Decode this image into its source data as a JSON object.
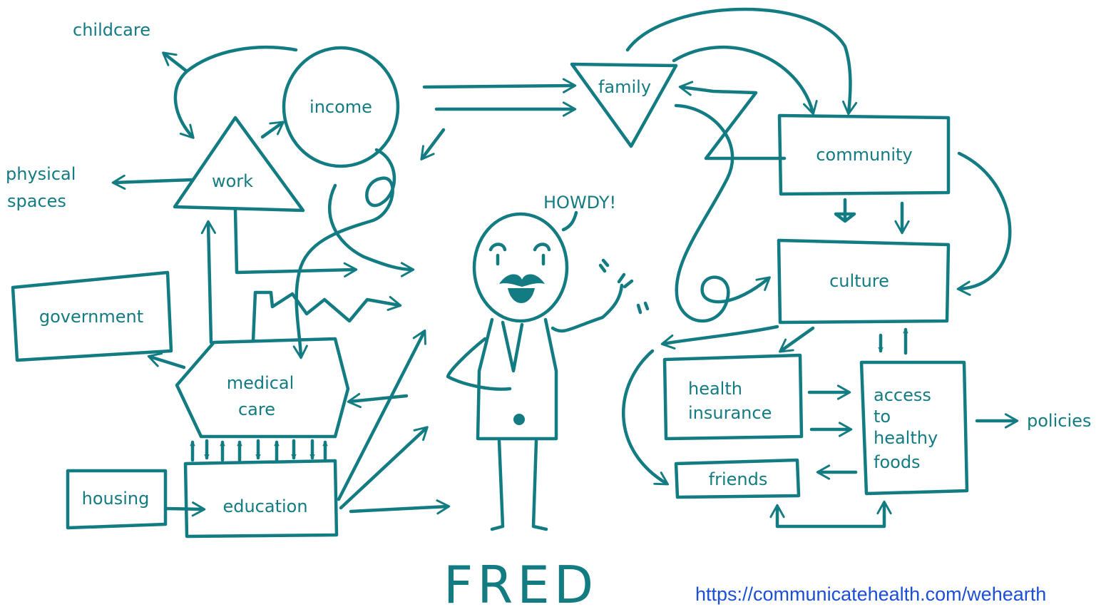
{
  "colors": {
    "ink": "#137b82",
    "link": "#1a4fd6",
    "background": "#ffffff"
  },
  "labels": {
    "childcare": "childcare",
    "income": "income",
    "physical_spaces_1": "physical",
    "physical_spaces_2": "spaces",
    "work": "work",
    "government": "government",
    "medical_care_1": "medical",
    "medical_care_2": "care",
    "housing": "housing",
    "education": "education",
    "family": "family",
    "community": "community",
    "culture": "culture",
    "health_insurance_1": "health",
    "health_insurance_2": "insurance",
    "access_1": "access",
    "access_2": "to",
    "access_3": "healthy",
    "access_4": "foods",
    "friends": "friends",
    "policies": "policies",
    "howdy": "HOWDY!",
    "character_name": "FRED"
  },
  "footer": {
    "url": "https://communicatehealth.com/wehearth"
  }
}
